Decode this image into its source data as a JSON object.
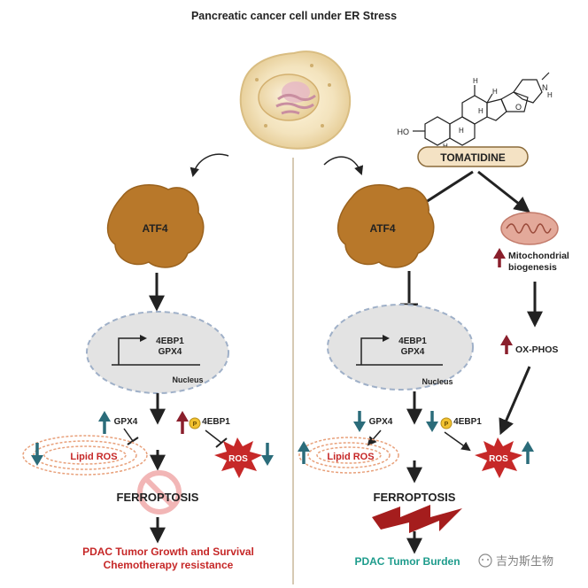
{
  "title": "Pancreatic cancer cell under ER Stress",
  "drug": {
    "name": "TOMATIDINE",
    "structure_labels": {
      "ho": "HO",
      "h": "H",
      "n": "N",
      "o": "O"
    }
  },
  "left_panel": {
    "atf4": "ATF4",
    "gene1": "4EBP1",
    "gene2": "GPX4",
    "nucleus": "Nucleus",
    "gpx4": "GPX4",
    "ebp1": "4EBP1",
    "p_badge": "P",
    "lipid_ros": "Lipid ROS",
    "ros": "ROS",
    "ferroptosis": "FERROPTOSIS",
    "outcome_line1": "PDAC Tumor Growth and Survival",
    "outcome_line2": "Chemotherapy resistance"
  },
  "right_panel": {
    "atf4": "ATF4",
    "gene1": "4EBP1",
    "gene2": "GPX4",
    "nucleus": "Nucleus",
    "gpx4": "GPX4",
    "ebp1": "4EBP1",
    "p_badge": "P",
    "lipid_ros": "Lipid ROS",
    "ros": "ROS",
    "ferroptosis": "FERROPTOSIS",
    "mito_line1": "Mitochondrial",
    "mito_line2": "biogenesis",
    "oxphos": "OX-PHOS",
    "outcome": "PDAC Tumor Burden"
  },
  "watermark": "吉为斯生物",
  "colors": {
    "atf4": "#b8782a",
    "nucleus_fill": "#e3e3e3",
    "nucleus_border": "#9fb0c8",
    "ros_fill": "#c62828",
    "lipid_ros_text": "#c62828",
    "lipid_ring": "#e8a07a",
    "up_arrow_teal": "#2b6c7a",
    "maroon_up": "#8a1f2c",
    "outcome_red": "#c62828",
    "outcome_teal": "#1e9c8c",
    "drug_pill": "#f4e2c4",
    "divider": "#c9b79a"
  }
}
